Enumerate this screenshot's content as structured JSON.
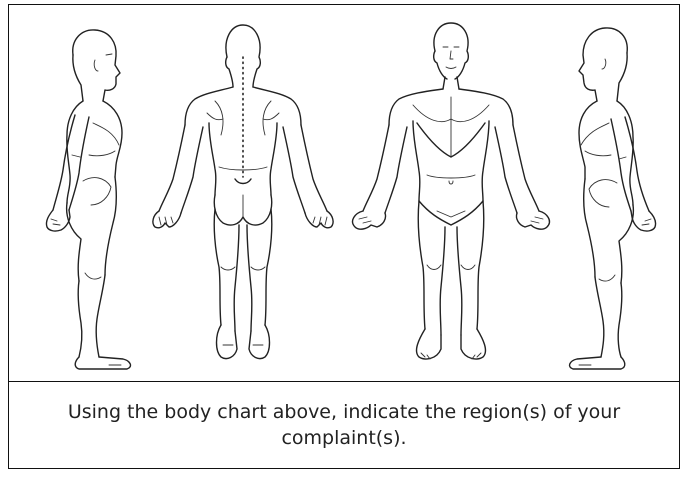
{
  "figures": [
    {
      "view": "left-side",
      "icon": "body-side-left-icon"
    },
    {
      "view": "back",
      "icon": "body-back-icon"
    },
    {
      "view": "front",
      "icon": "body-front-icon"
    },
    {
      "view": "right-side",
      "icon": "body-side-right-icon"
    }
  ],
  "caption": {
    "text": "Using the body chart above, indicate the region(s) of your complaint(s)."
  }
}
